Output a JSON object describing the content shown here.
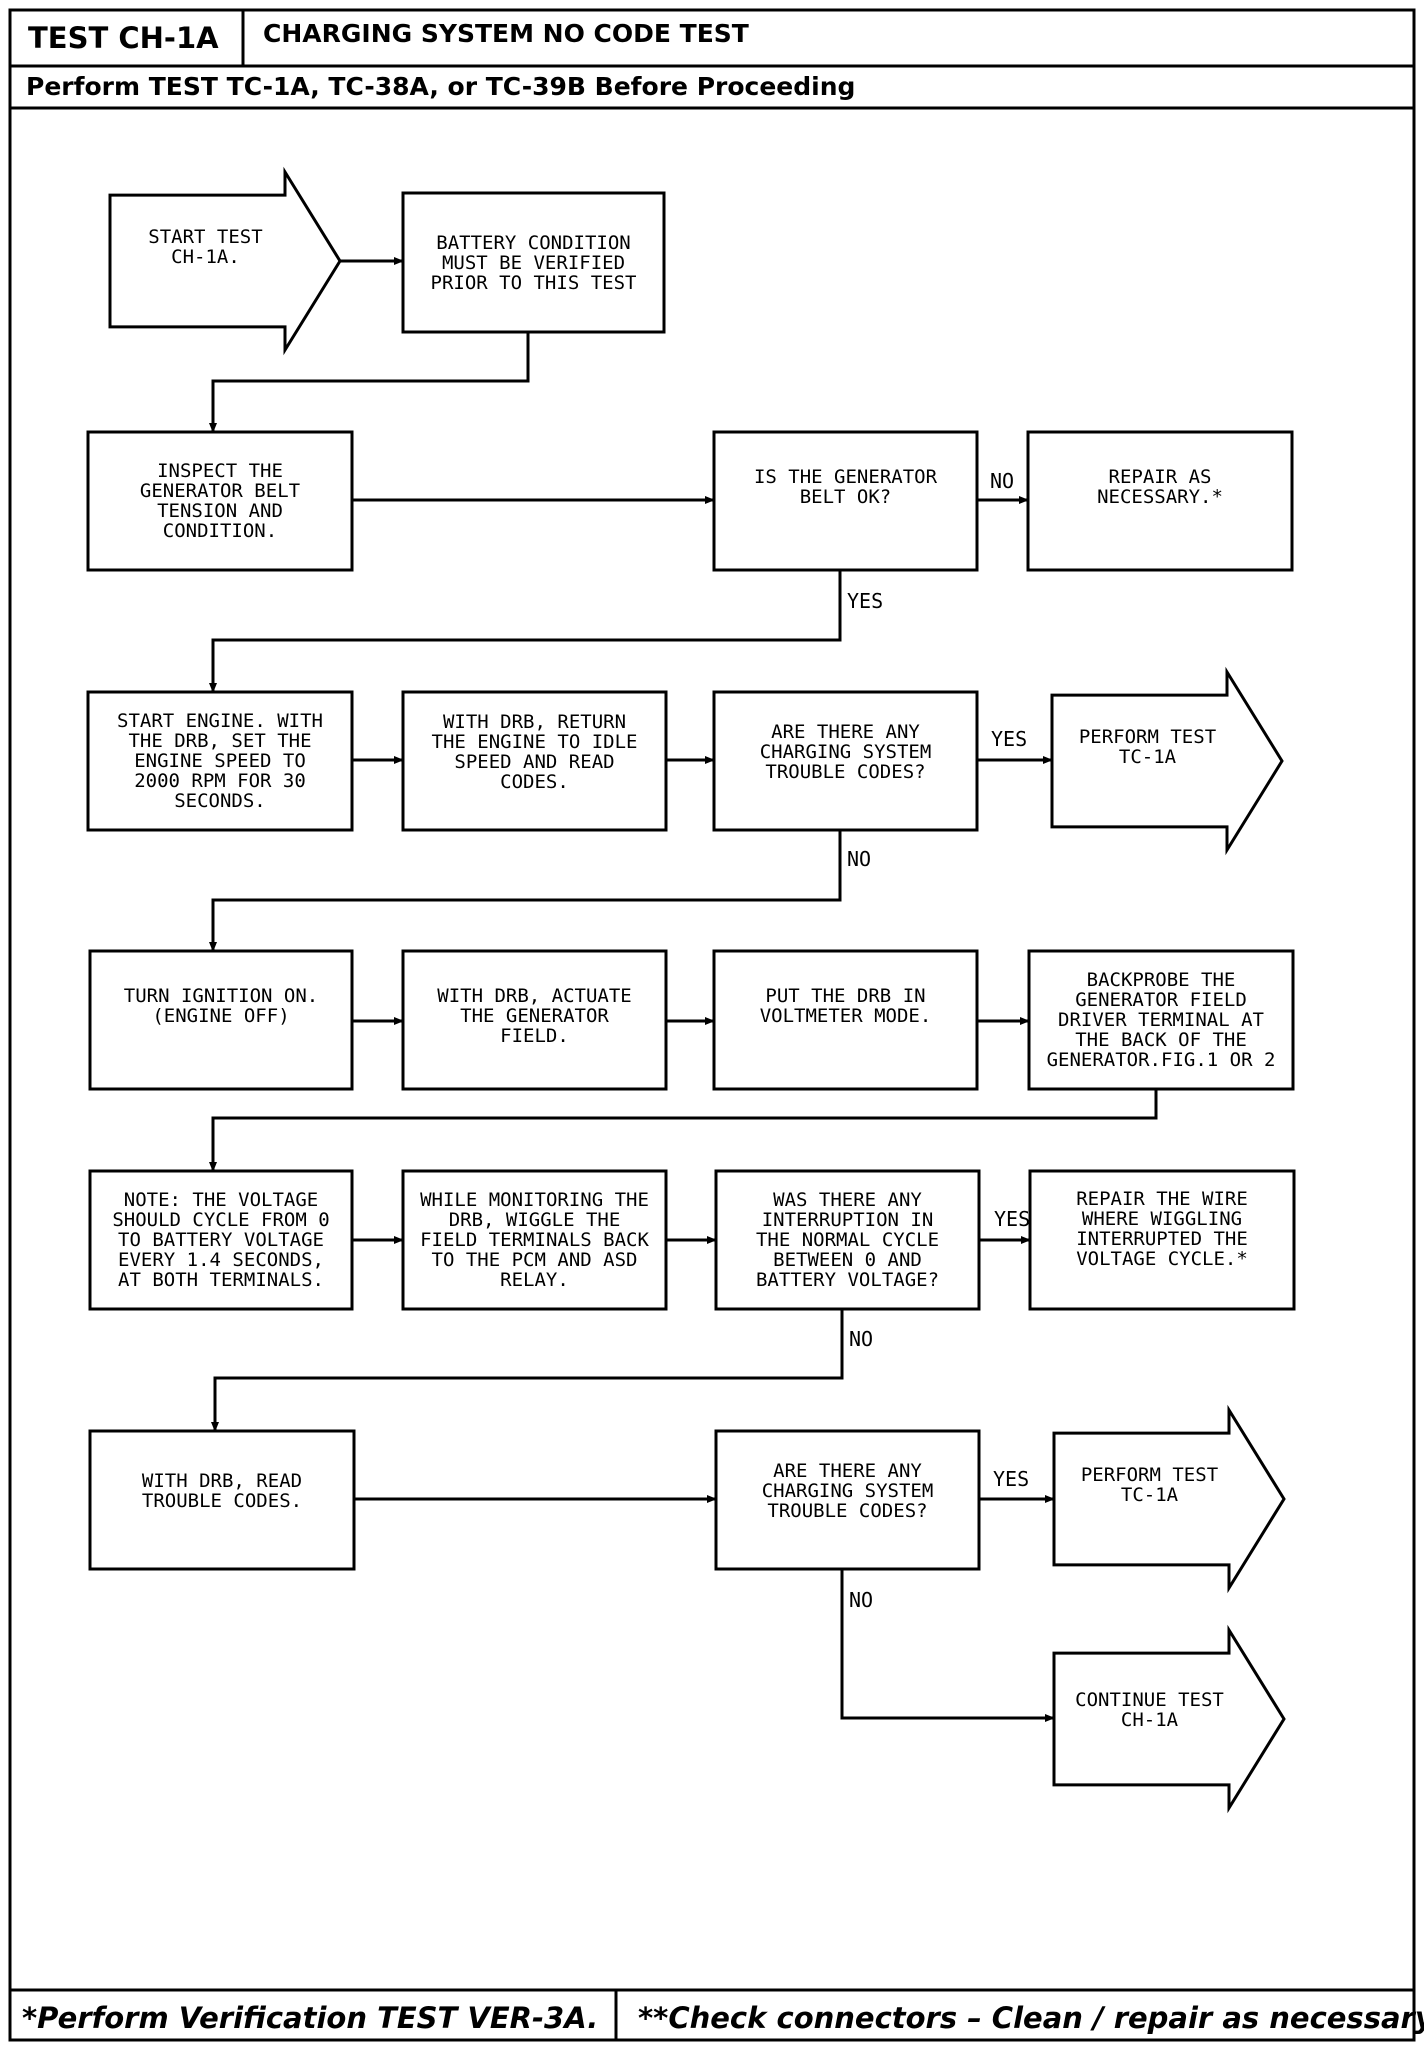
{
  "header": {
    "test_id": "TEST CH-1A",
    "test_title": "CHARGING SYSTEM NO CODE TEST",
    "prerequisite": "Perform TEST TC-1A, TC-38A, or TC-39B Before Proceeding"
  },
  "footer": {
    "left_note": "*Perform Verification TEST VER-3A.",
    "right_note": "**Check connectors – Clean / repair as necessary."
  },
  "flowchart": {
    "start": [
      "START TEST",
      "CH-1A."
    ],
    "battery_condition": [
      "BATTERY CONDITION",
      "MUST BE VERIFIED",
      "PRIOR TO THIS TEST"
    ],
    "inspect_belt": [
      "INSPECT THE",
      "GENERATOR BELT",
      "TENSION AND",
      "CONDITION."
    ],
    "belt_ok": [
      "IS THE GENERATOR",
      "BELT OK?"
    ],
    "repair_belt": [
      "REPAIR AS",
      "NECESSARY.*"
    ],
    "start_engine": [
      "START ENGINE. WITH",
      "THE DRB, SET THE",
      "ENGINE SPEED TO",
      "2000 RPM FOR 30",
      "SECONDS."
    ],
    "return_idle": [
      "WITH DRB, RETURN",
      "THE ENGINE TO IDLE",
      "SPEED AND READ",
      "CODES."
    ],
    "codes_q1": [
      "ARE THERE ANY",
      "CHARGING SYSTEM",
      "TROUBLE CODES?"
    ],
    "perform_tc1a_1": [
      "PERFORM TEST",
      "TC-1A"
    ],
    "ignition_on": [
      "TURN IGNITION ON.",
      "(ENGINE OFF)"
    ],
    "actuate_field": [
      "WITH DRB, ACTUATE",
      "THE GENERATOR",
      "FIELD."
    ],
    "voltmeter_mode": [
      "PUT THE DRB IN",
      "VOLTMETER MODE."
    ],
    "backprobe": [
      "BACKPROBE THE",
      "GENERATOR FIELD",
      "DRIVER TERMINAL AT",
      "THE BACK OF THE",
      "GENERATOR.FIG.1 OR 2"
    ],
    "note_voltage": [
      "NOTE: THE VOLTAGE",
      "SHOULD CYCLE FROM 0",
      "TO BATTERY VOLTAGE",
      "EVERY 1.4 SECONDS,",
      "AT BOTH TERMINALS."
    ],
    "wiggle": [
      "WHILE MONITORING THE",
      "DRB, WIGGLE THE",
      "FIELD TERMINALS BACK",
      "TO THE PCM AND ASD",
      "RELAY."
    ],
    "interruption_q": [
      "WAS THERE ANY",
      "INTERRUPTION IN",
      "THE NORMAL CYCLE",
      "BETWEEN 0 AND",
      "BATTERY VOLTAGE?"
    ],
    "repair_wire": [
      "REPAIR THE WIRE",
      "WHERE WIGGLING",
      "INTERRUPTED THE",
      "VOLTAGE CYCLE.*"
    ],
    "read_codes": [
      "WITH DRB, READ",
      "TROUBLE CODES."
    ],
    "codes_q2": [
      "ARE THERE ANY",
      "CHARGING SYSTEM",
      "TROUBLE CODES?"
    ],
    "perform_tc1a_2": [
      "PERFORM TEST",
      "TC-1A"
    ],
    "continue_test": [
      "CONTINUE TEST",
      "CH-1A"
    ],
    "label_yes": "YES",
    "label_no": "NO"
  }
}
